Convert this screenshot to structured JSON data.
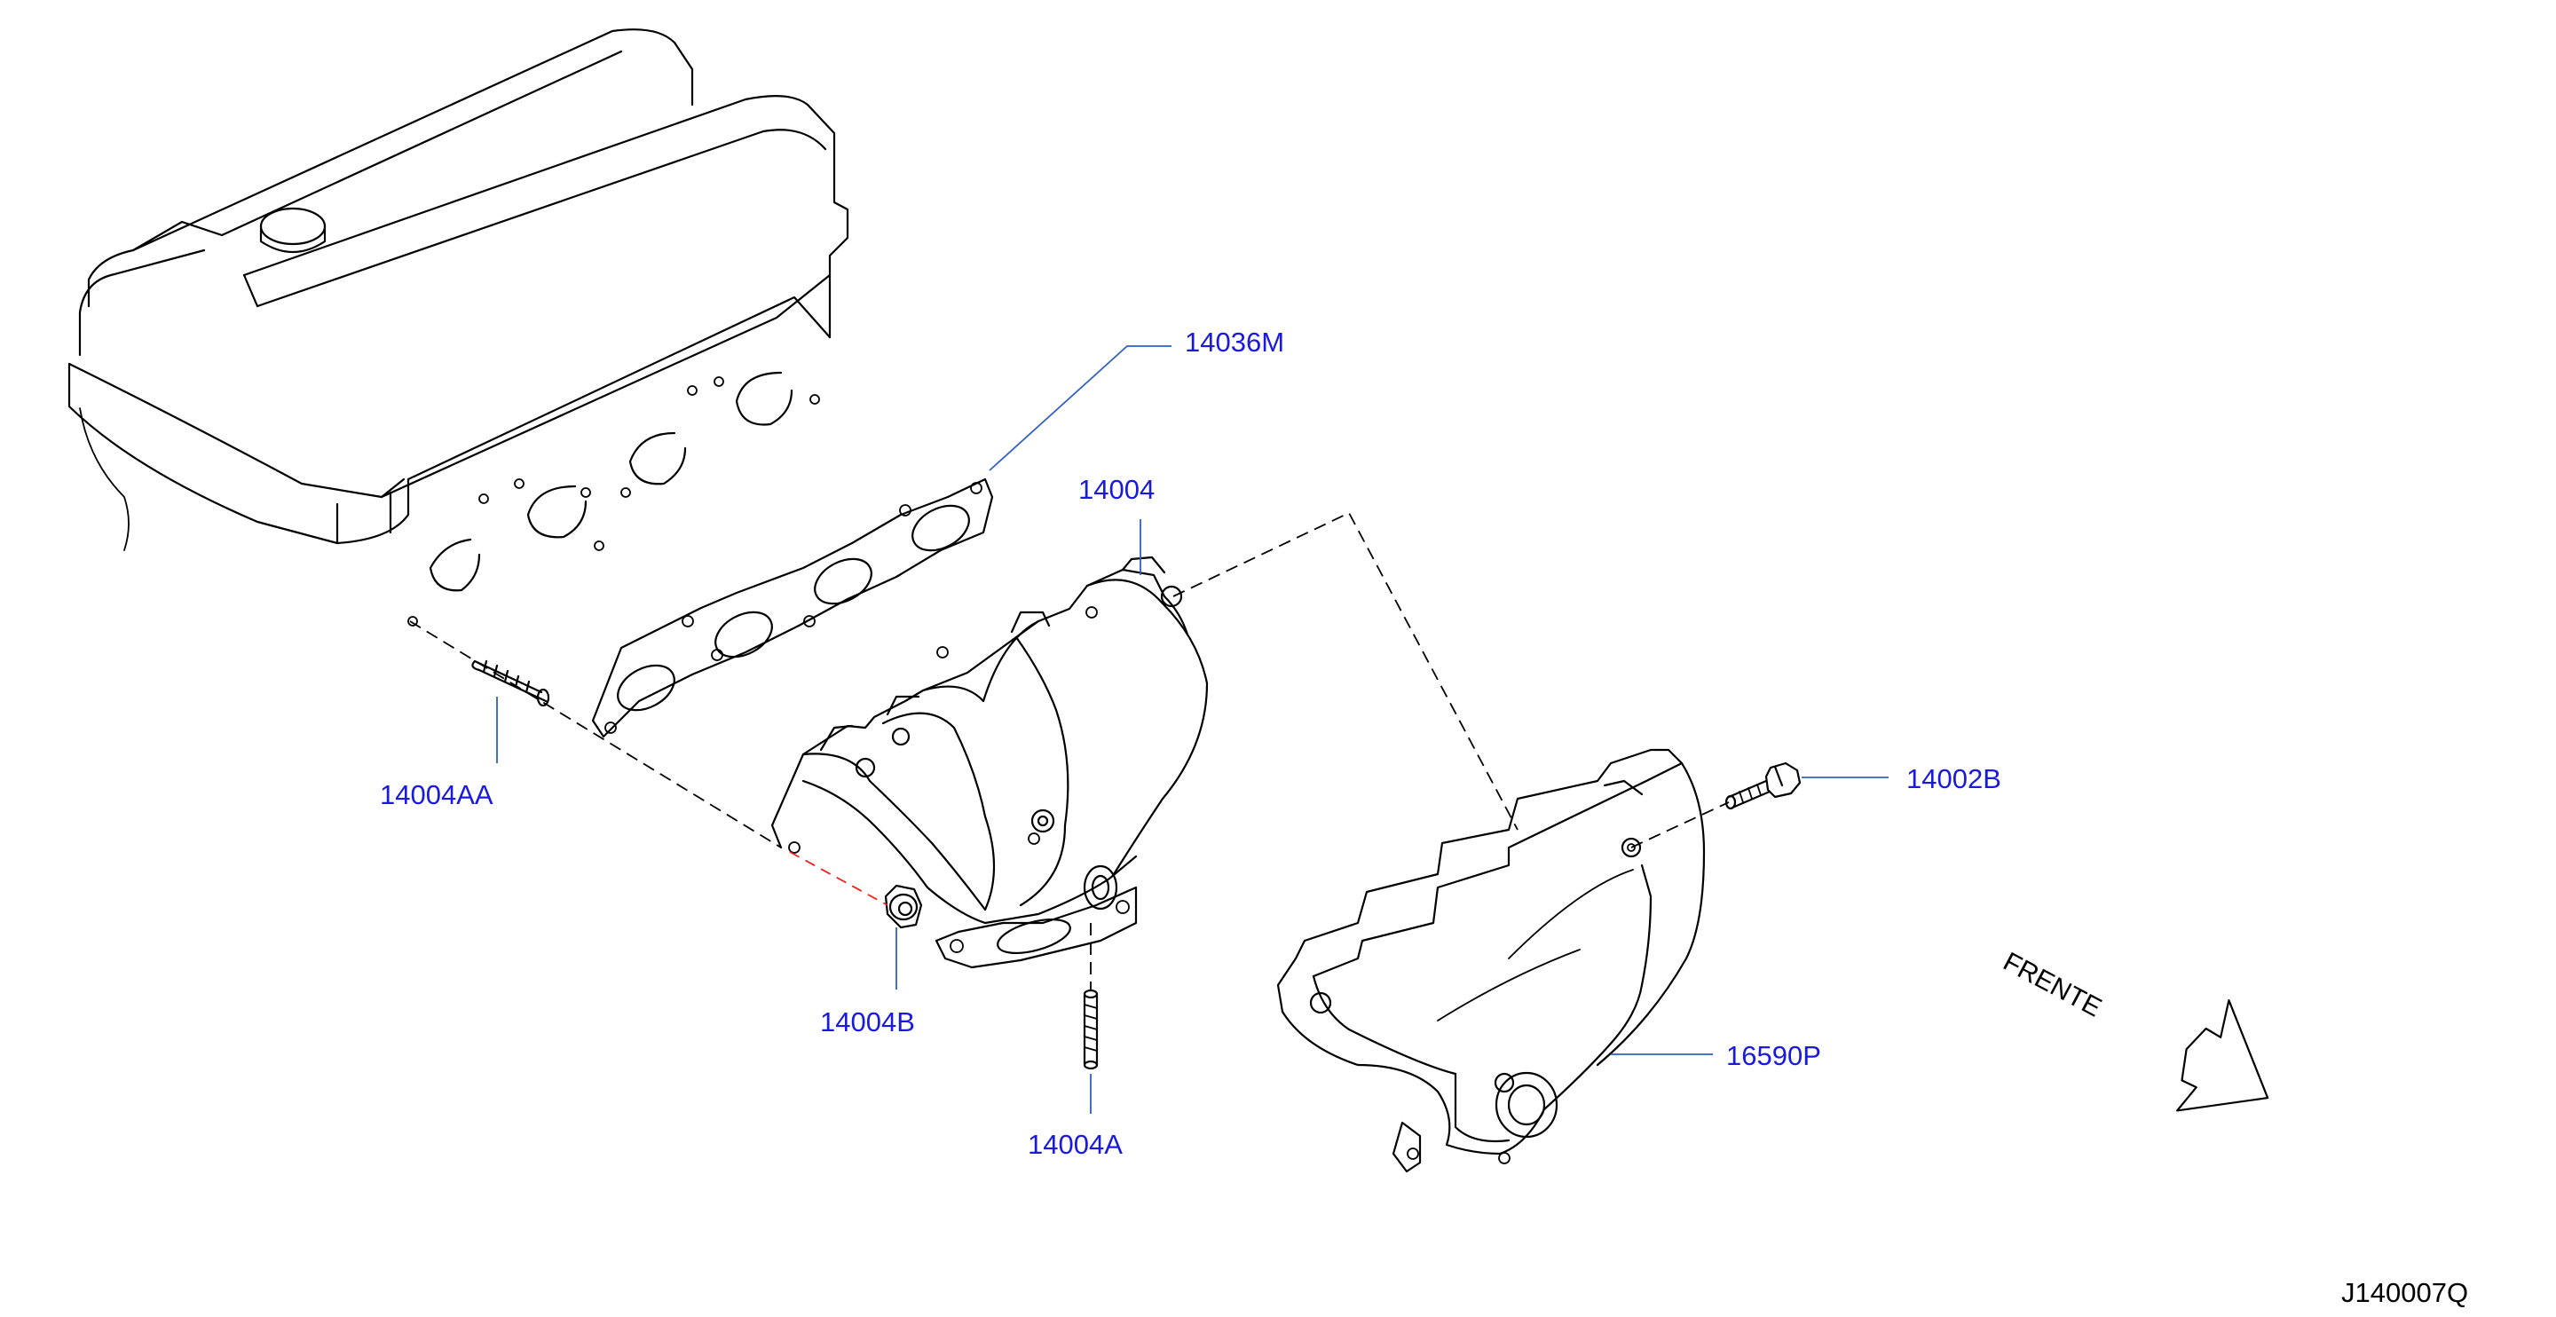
{
  "diagram": {
    "reference_code": "J140007Q",
    "direction_label": "FRENTE",
    "callouts": [
      {
        "id": "gasket",
        "part_number": "14036M"
      },
      {
        "id": "manifold",
        "part_number": "14004"
      },
      {
        "id": "stud-long",
        "part_number": "14004AA"
      },
      {
        "id": "nut",
        "part_number": "14004B"
      },
      {
        "id": "stud-short",
        "part_number": "14004A"
      },
      {
        "id": "bolt",
        "part_number": "14002B"
      },
      {
        "id": "heat-shield",
        "part_number": "16590P"
      }
    ]
  },
  "colors": {
    "callout_text": "#1a1adf",
    "leader_line": "#3060c0",
    "line_art": "#000000"
  }
}
